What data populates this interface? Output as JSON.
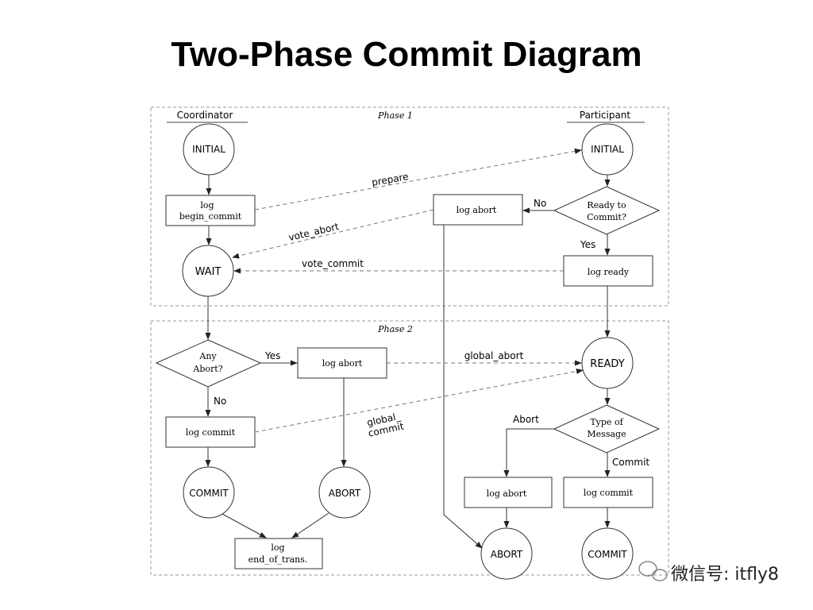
{
  "title": "Two-Phase Commit Diagram",
  "diagram": {
    "phase1": "Phase 1",
    "phase2": "Phase 2",
    "roles": {
      "coordinator": "Coordinator",
      "participant": "Participant"
    },
    "coordinator": {
      "initial": "INITIAL",
      "log_begin_commit": [
        "log",
        "begin_commit"
      ],
      "wait": "WAIT",
      "any_abort": [
        "Any",
        "Abort?"
      ],
      "log_abort": "log abort",
      "log_commit": "log commit",
      "commit": "COMMIT",
      "abort": "ABORT",
      "log_end": [
        "log",
        "end_of_trans."
      ]
    },
    "participant": {
      "initial": "INITIAL",
      "ready_to_commit": [
        "Ready to",
        "Commit?"
      ],
      "log_abort": "log abort",
      "log_ready": "log ready",
      "ready": "READY",
      "type_of_message": [
        "Type of",
        "Message"
      ],
      "log_abort2": "log abort",
      "log_commit": "log commit",
      "abort": "ABORT",
      "commit": "COMMIT"
    },
    "labels": {
      "prepare": "prepare",
      "vote_abort": "vote_abort",
      "vote_commit": "vote_commit",
      "global_abort": "global_abort",
      "global_commit": [
        "global_",
        "commit"
      ],
      "no": "No",
      "yes": "Yes",
      "yes2": "Yes",
      "no2": "No",
      "abort": "Abort",
      "commit": "Commit"
    }
  },
  "watermark": "微信号: itfly8"
}
